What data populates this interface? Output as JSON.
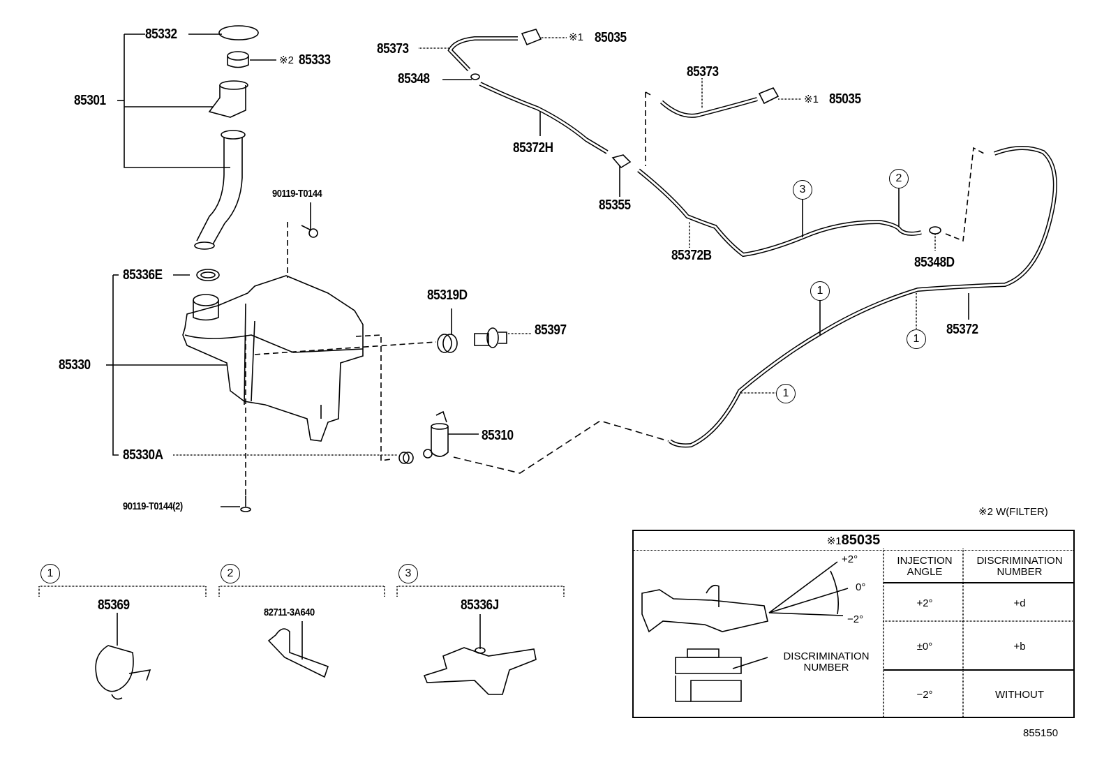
{
  "diagram": {
    "title_code": "855150",
    "footnote": "※2 W(FILTER)",
    "parts": {
      "p85332": "85332",
      "p85333": "85333",
      "p85333_mark": "※2",
      "p85301": "85301",
      "p90119_top": "90119-T0144",
      "p85336E": "85336E",
      "p85330": "85330",
      "p85330A": "85330A",
      "p90119_bottom": "90119-T0144(2)",
      "p85319D": "85319D",
      "p85397": "85397",
      "p85310": "85310",
      "p85373_a": "85373",
      "p85035_a": "85035",
      "p85035_a_mark": "※1",
      "p85348": "85348",
      "p85372H": "85372H",
      "p85355": "85355",
      "p85373_b": "85373",
      "p85035_b": "85035",
      "p85035_b_mark": "※1",
      "p85372B": "85372B",
      "p85348D": "85348D",
      "p85372": "85372"
    },
    "callouts": [
      "1",
      "1",
      "1",
      "1",
      "2",
      "3"
    ],
    "clip_groups": [
      {
        "number": "1",
        "part": "85369"
      },
      {
        "number": "2",
        "part": "82711-3A640"
      },
      {
        "number": "3",
        "part": "85336J"
      }
    ],
    "nozzle_table": {
      "title_mark": "※1",
      "title_part": "85035",
      "angle_labels": [
        "+2°",
        "0°",
        "−2°"
      ],
      "pointer_label": "DISCRIMINATION NUMBER",
      "headers": [
        "INJECTION ANGLE",
        "DISCRIMINATION NUMBER"
      ],
      "rows": [
        {
          "angle": "+2°",
          "number": "+d"
        },
        {
          "angle": "±0°",
          "number": "+b"
        },
        {
          "angle": "−2°",
          "number": "WITHOUT"
        }
      ]
    }
  }
}
